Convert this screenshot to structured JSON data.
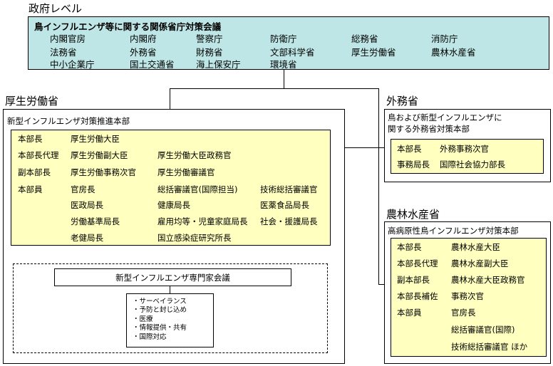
{
  "gov": {
    "level_label": "政府レベル",
    "title": "鳥インフルエンザ等に関する関係省庁対策会議",
    "agencies": [
      "内閣官房",
      "内閣府",
      "警察庁",
      "防衛庁",
      "総務省",
      "消防庁",
      "法務省",
      "外務省",
      "財務省",
      "文部科学省",
      "厚生労働省",
      "農林水産省",
      "中小企業庁",
      "国土交通省",
      "海上保安庁",
      "環境省"
    ]
  },
  "mhlw": {
    "label": "厚生労働省",
    "hq": "新型インフルエンザ対策推進本部",
    "roles": [
      "本部長",
      "本部長代理",
      "副本部長",
      "本部員"
    ],
    "members": [
      "厚生労働大臣",
      "厚生労働副大臣",
      "厚生労働大臣政務官",
      "厚生労働事務次官",
      "厚生労働審議官",
      "官房長",
      "総括審議官(国際担当)",
      "技術総括審議官",
      "医政局長",
      "健康局長",
      "医薬食品局長",
      "労働基準局長",
      "雇用均等・児童家庭局長",
      "社会・援護局長",
      "老健局長",
      "国立感染症研究所長"
    ],
    "expert_meeting": "新型インフルエンザ専門家会議",
    "expert_topics": [
      "・サーベイランス",
      "・予防と封じ込め",
      "・医療",
      "・情報提供・共有",
      "・国際対応"
    ]
  },
  "mofa": {
    "label": "外務省",
    "hq_line1": "鳥および新型インフルエンザに",
    "hq_line2": "関する外務省対策本部",
    "roles": [
      "本部長",
      "事務局長"
    ],
    "members": [
      "外務事務次官",
      "国際社会協力部長"
    ]
  },
  "maff": {
    "label": "農林水産省",
    "hq": "高病原性鳥インフルエンザ対策本部",
    "roles": [
      "本部長",
      "本部長代理",
      "副本部長",
      "本部長補佐",
      "本部員"
    ],
    "members": [
      "農林水産大臣",
      "農林水産副大臣",
      "農林水産大臣政務官",
      "事務次官",
      "官房長",
      "総括審議官(国際)",
      "技術総括審議官 ほか"
    ]
  }
}
